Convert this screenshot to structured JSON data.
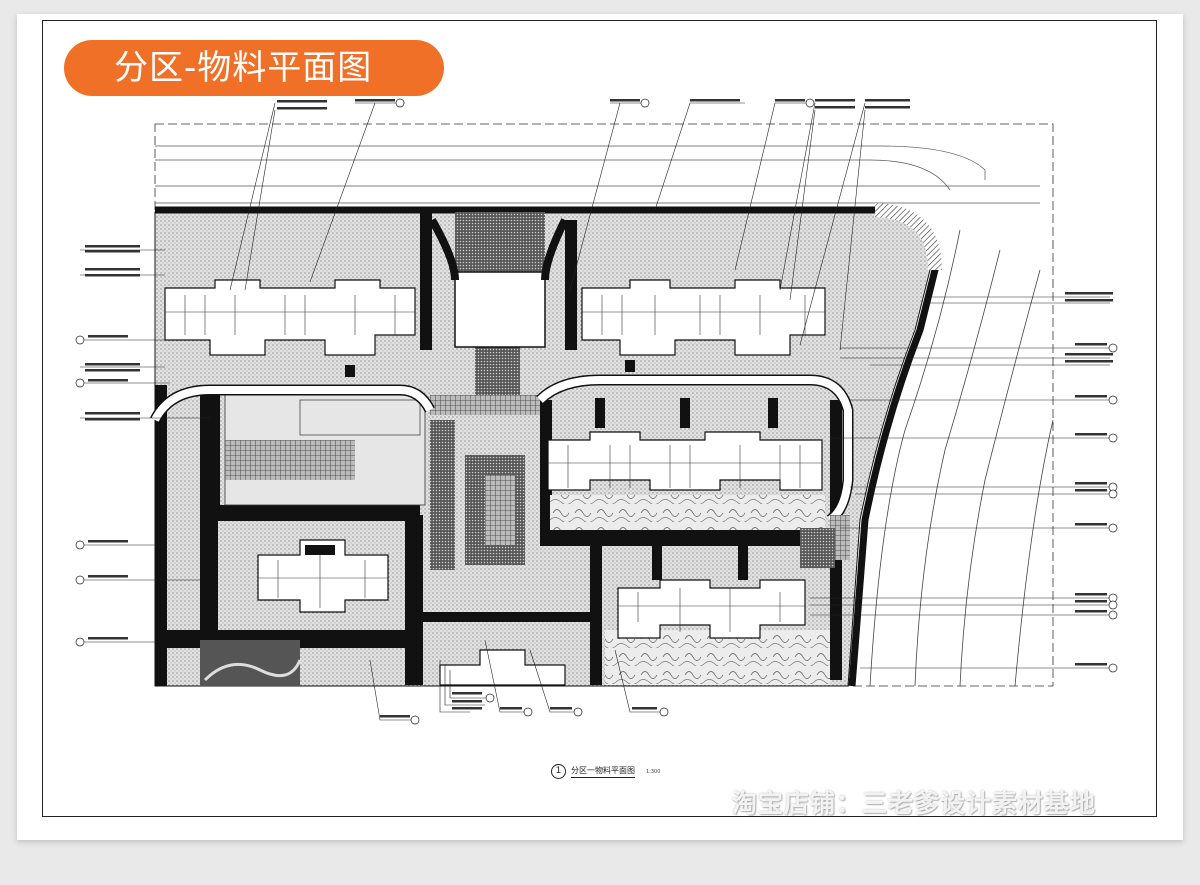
{
  "title": "分区-物料平面图",
  "caption": {
    "number": "1",
    "title": "分区一物料平面图",
    "scale": "1:300"
  },
  "watermark": "淘宝店铺：三老爹设计素材基地",
  "colors": {
    "title_bg": "#f07028",
    "line": "#222222",
    "paving": "#d8d8d8"
  }
}
